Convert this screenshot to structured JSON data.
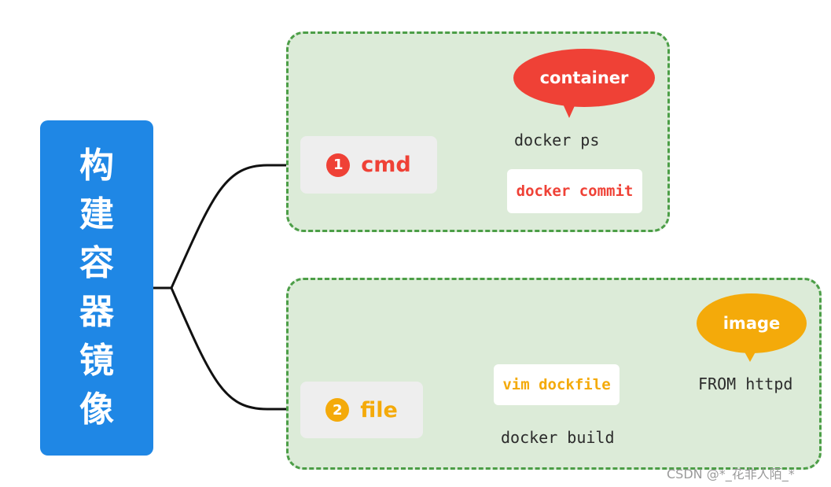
{
  "root": {
    "chars": [
      "构",
      "建",
      "容",
      "器",
      "镜",
      "像"
    ]
  },
  "branches": [
    {
      "number": "1",
      "label": "cmd",
      "leaves": [
        "docker ps",
        "docker commit"
      ],
      "highlight_leaf": "docker commit",
      "bubble": "container"
    },
    {
      "number": "2",
      "label": "file",
      "leaves": [
        "vim dockfile",
        "docker build"
      ],
      "highlight_leaf": "vim dockfile",
      "sub_leaf": "FROM httpd",
      "bubble": "image"
    }
  ],
  "watermark": "CSDN @*_花非人陌_*",
  "colors": {
    "root": "#1f87e5",
    "cmd_accent": "#ef4136",
    "file_accent": "#f4aa0a",
    "group_fill": "#dcebd8",
    "group_border": "#4c9e47"
  }
}
